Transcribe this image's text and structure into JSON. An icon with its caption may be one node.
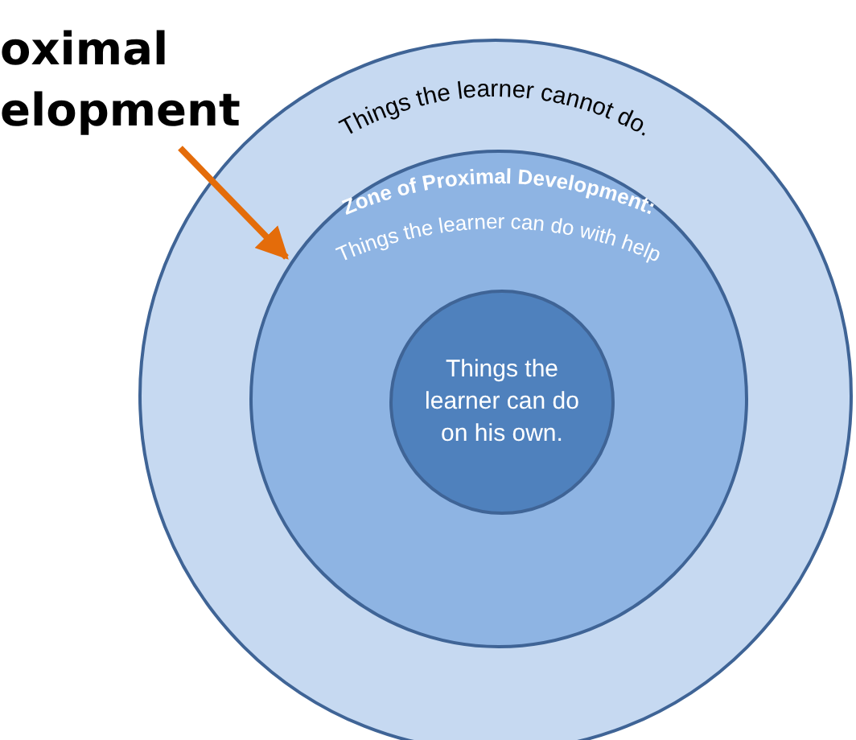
{
  "diagram": {
    "nodes": [
      {
        "text": [
          "oximal elopment"
        ]
      },
      {
        "text": [
          "Things the learner cannot do."
        ]
      },
      {
        "text": [
          "Zone of Proximal Development:",
          "Things the learner can do with help"
        ],
        "in": 1
      },
      {
        "text": [
          "Things the learner can do on his own."
        ],
        "in": 2
      }
    ],
    "edges": [
      {
        "from": 0,
        "to": 2,
        "arrow": "to",
        "color": "#e46c0a"
      }
    ]
  }
}
